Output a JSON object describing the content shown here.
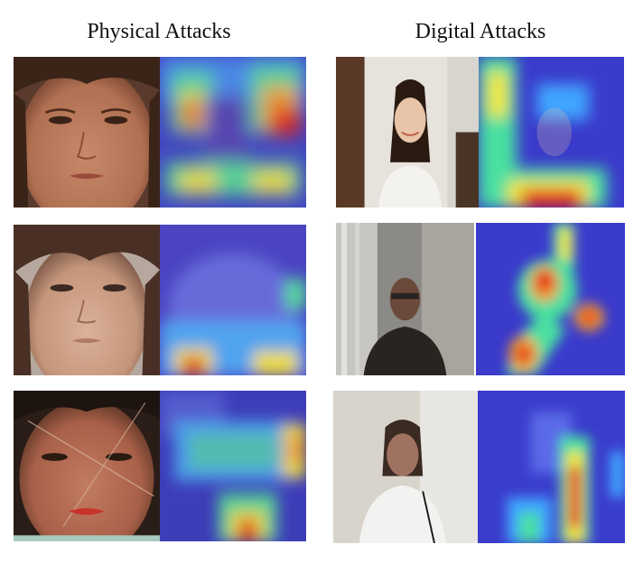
{
  "headings": {
    "physical": "Physical Attacks",
    "digital": "Digital Attacks"
  },
  "panels": [
    {
      "group": "physical",
      "row": 1,
      "kind": "photo",
      "subject": "face-closeup",
      "tone": "#b5714f"
    },
    {
      "group": "physical",
      "row": 1,
      "kind": "heatmap",
      "subject": "face-closeup"
    },
    {
      "group": "physical",
      "row": 2,
      "kind": "photo",
      "subject": "face-closeup",
      "tone": "#c89a7e"
    },
    {
      "group": "physical",
      "row": 2,
      "kind": "heatmap",
      "subject": "face-closeup"
    },
    {
      "group": "physical",
      "row": 3,
      "kind": "photo",
      "subject": "face-closeup",
      "tone": "#b26a4e"
    },
    {
      "group": "physical",
      "row": 3,
      "kind": "heatmap",
      "subject": "face-closeup"
    },
    {
      "group": "digital",
      "row": 1,
      "kind": "photo",
      "subject": "woman-indoors"
    },
    {
      "group": "digital",
      "row": 1,
      "kind": "heatmap",
      "subject": "woman-indoors"
    },
    {
      "group": "digital",
      "row": 2,
      "kind": "photo",
      "subject": "man-window"
    },
    {
      "group": "digital",
      "row": 2,
      "kind": "heatmap",
      "subject": "man-window"
    },
    {
      "group": "digital",
      "row": 3,
      "kind": "photo",
      "subject": "woman-wall"
    },
    {
      "group": "digital",
      "row": 3,
      "kind": "heatmap",
      "subject": "woman-wall"
    }
  ],
  "colors": {
    "heatmap_cold": "#2a35c8",
    "heatmap_cool": "#3fa6ff",
    "heatmap_mid": "#49e0a0",
    "heatmap_warm": "#f2e63a",
    "heatmap_hot": "#e3241b"
  }
}
